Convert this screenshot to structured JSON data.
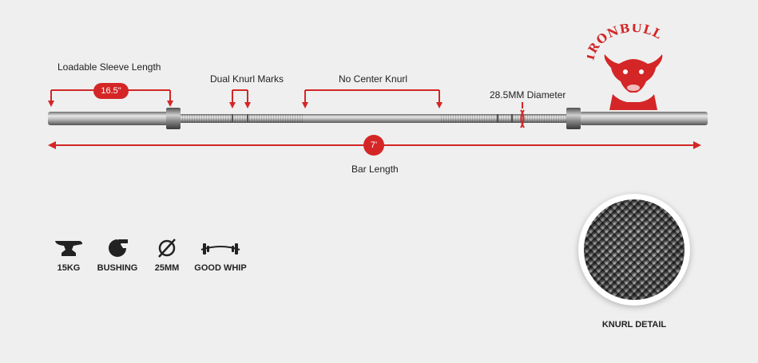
{
  "brand": "IRONBULL",
  "annotations": {
    "sleeve_length_label": "Loadable Sleeve Length",
    "sleeve_length_value": "16.5\"",
    "dual_knurl_label": "Dual Knurl Marks",
    "no_center_knurl_label": "No Center Knurl",
    "diameter_label": "28.5MM Diameter",
    "bar_length_value": "7'",
    "bar_length_label": "Bar Length"
  },
  "features": [
    {
      "label": "15KG",
      "icon": "anvil-icon"
    },
    {
      "label": "BUSHING",
      "icon": "bushing-icon"
    },
    {
      "label": "25MM",
      "icon": "diameter-icon"
    },
    {
      "label": "GOOD WHIP",
      "icon": "barbell-icon"
    }
  ],
  "knurl_detail_label": "KNURL DETAIL",
  "colors": {
    "accent": "#d42626",
    "background": "#efefef"
  }
}
